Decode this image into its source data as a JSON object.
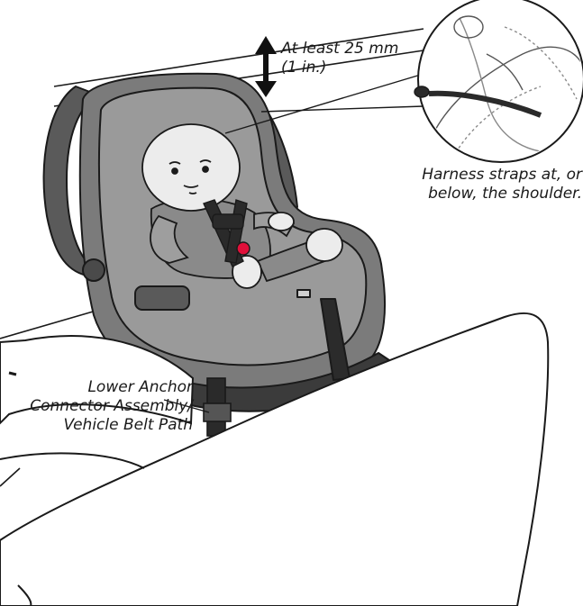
{
  "diagram": {
    "labels": {
      "clearance": {
        "line1": "At least 25 mm",
        "line2": "(1 in.)"
      },
      "harness": {
        "line1": "Harness straps at, or",
        "line2": "below, the shoulder."
      },
      "anchor": {
        "line1": "Lower Anchor",
        "line2": "Connector Assembly/",
        "line3": "Vehicle Belt Path"
      }
    },
    "colors": {
      "seat_shell": "#7b7b7b",
      "seat_pad": "#9a9a9a",
      "seat_dark": "#3b3b3b",
      "harness": "#2a2a2a",
      "chest_clip_button": "#e0103a",
      "skin": "#ececec",
      "outline": "#1a1a1a"
    }
  }
}
